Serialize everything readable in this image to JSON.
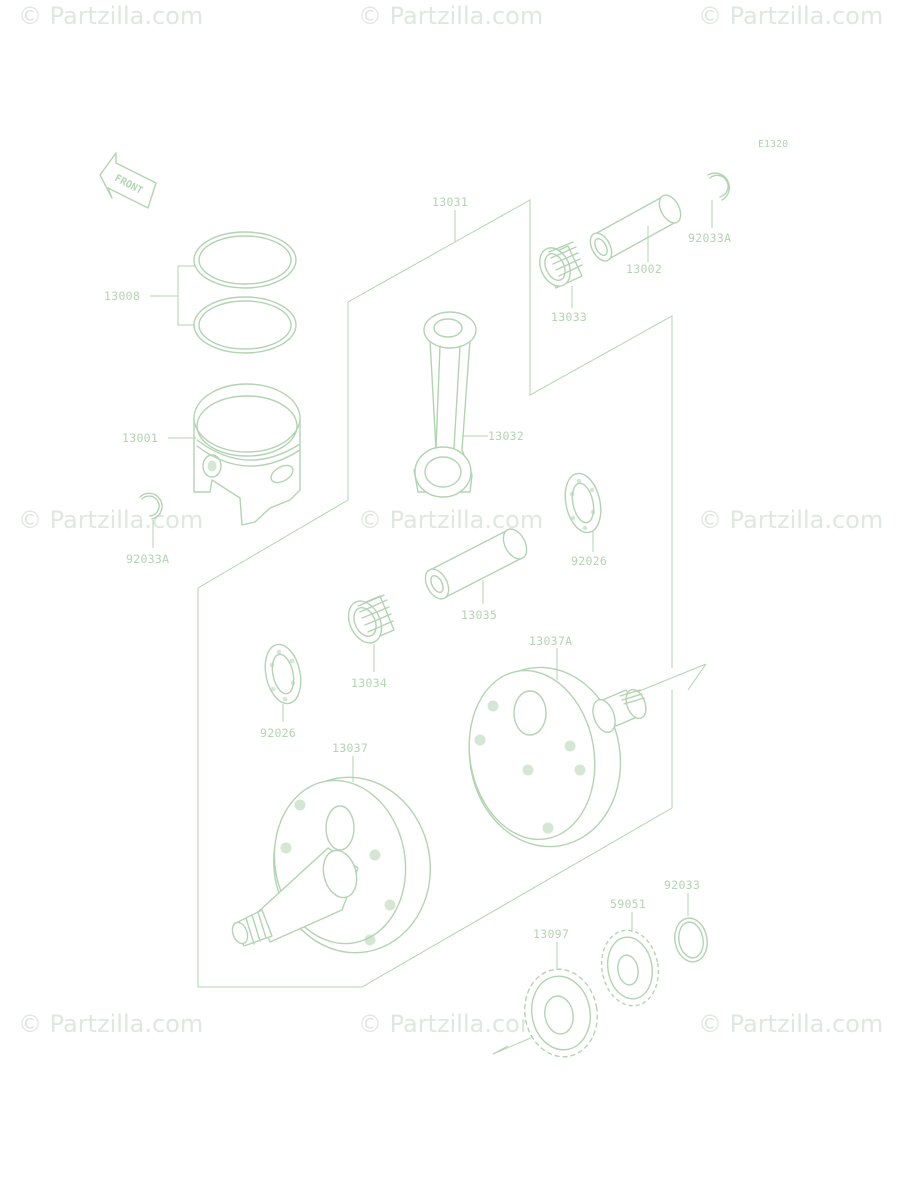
{
  "colors": {
    "line": "#b3d3b3",
    "watermark": "#e0e6e0"
  },
  "diagram_code": "E1320",
  "front_label": "FRONT",
  "watermark_text": "© Partzilla.com",
  "parts": {
    "p13008": "13008",
    "p13001": "13001",
    "p92033A_left": "92033A",
    "p13031": "13031",
    "p13032": "13032",
    "p13033": "13033",
    "p13002": "13002",
    "p92033A_right": "92033A",
    "p92026_upper": "92026",
    "p13035": "13035",
    "p13034": "13034",
    "p92026_lower": "92026",
    "p13037A": "13037A",
    "p13037": "13037",
    "p92033": "92033",
    "p59051": "59051",
    "p13097": "13097"
  }
}
